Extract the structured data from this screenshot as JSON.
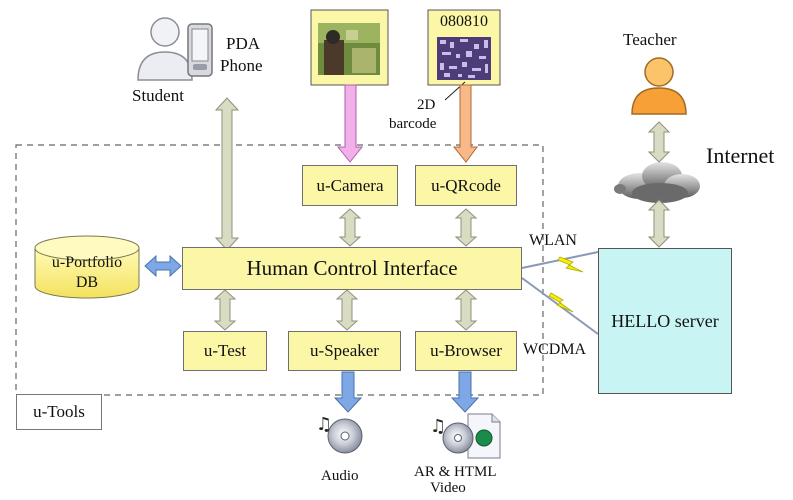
{
  "labels": {
    "student": "Student",
    "pda": "PDA",
    "phone": "Phone",
    "barcode_number": "080810",
    "barcode_2d_line1": "2D",
    "barcode_2d_line2": "barcode",
    "teacher": "Teacher",
    "internet": "Internet",
    "wlan": "WLAN",
    "wcdma": "WCDMA",
    "audio": "Audio",
    "ar_html_line1": "AR & HTML",
    "ar_html_line2": "Video"
  },
  "modules": {
    "camera": "u-Camera",
    "qrcode": "u-QRcode",
    "hci": "Human Control Interface",
    "test": "u-Test",
    "speaker": "u-Speaker",
    "browser": "u-Browser",
    "tools": "u-Tools"
  },
  "portfolio": {
    "line1": "u-Portfolio",
    "line2": "DB"
  },
  "server": {
    "label": "HELLO server"
  },
  "colors": {
    "module_fill": "#fbf7a6",
    "server_fill": "#c8f4f4",
    "db_fill": "#fcf49a",
    "arrow_green": "#d9dcc3",
    "arrow_blue": "#7ea7e6",
    "arrow_pink": "#f2b0ea",
    "arrow_orange": "#f7b98a",
    "lightning": "#f5f000",
    "teacher_orange": "#f7a035"
  },
  "icons": [
    "student-icon",
    "pda-phone-icon",
    "camera-photo-icon",
    "qr-barcode-icon",
    "teacher-icon",
    "cloud-icon",
    "lightning-icon",
    "audio-cd-icon",
    "video-file-icon",
    "database-icon"
  ]
}
